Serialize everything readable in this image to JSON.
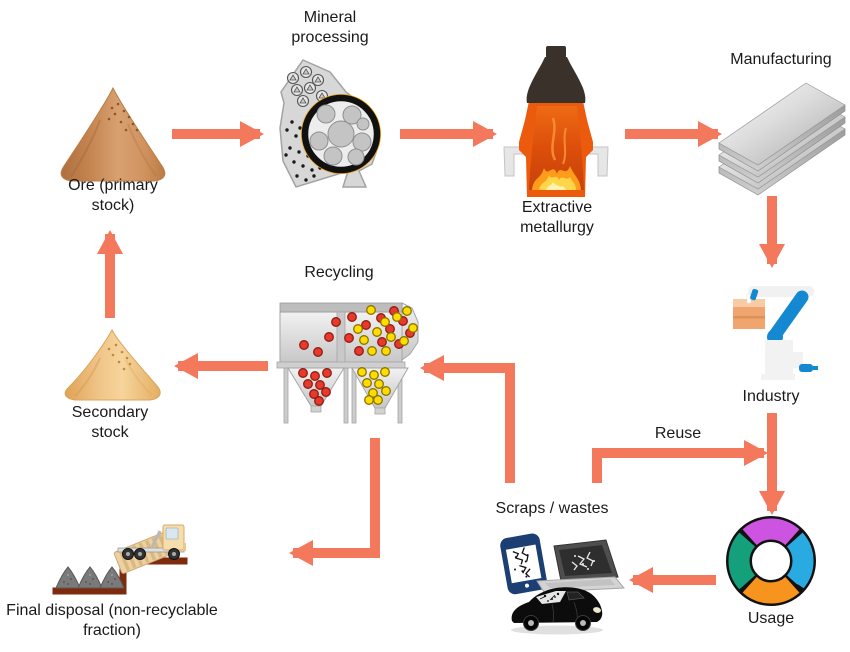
{
  "nodes": {
    "ore": {
      "label": "Ore (primary stock)"
    },
    "mineral_processing": {
      "label": "Mineral processing"
    },
    "extractive_metallurgy": {
      "label": "Extractive metallurgy"
    },
    "manufacturing": {
      "label": "Manufacturing"
    },
    "industry": {
      "label": "Industry"
    },
    "usage": {
      "label": "Usage"
    },
    "scraps_wastes": {
      "label": "Scraps / wastes"
    },
    "recycling": {
      "label": "Recycling"
    },
    "secondary_stock": {
      "label": "Secondary stock"
    },
    "final_disposal": {
      "label": "Final disposal (non-recyclable fraction)"
    }
  },
  "edges": {
    "reuse_label": "Reuse",
    "flows": [
      {
        "from": "Ore (primary stock)",
        "to": "Mineral processing"
      },
      {
        "from": "Mineral processing",
        "to": "Extractive metallurgy"
      },
      {
        "from": "Extractive metallurgy",
        "to": "Manufacturing"
      },
      {
        "from": "Manufacturing",
        "to": "Industry"
      },
      {
        "from": "Industry",
        "to": "Usage"
      },
      {
        "from": "Usage",
        "to": "Scraps / wastes"
      },
      {
        "from": "Scraps / wastes",
        "to": "Usage",
        "label": "Reuse"
      },
      {
        "from": "Scraps / wastes",
        "to": "Recycling"
      },
      {
        "from": "Recycling",
        "to": "Secondary stock"
      },
      {
        "from": "Secondary stock",
        "to": "Ore (primary stock)"
      },
      {
        "from": "Recycling",
        "to": "Final disposal (non-recyclable fraction)"
      }
    ]
  },
  "colors": {
    "background": "#FFFFFF",
    "text": "#1A1A1A",
    "arrow": "#F4795C",
    "usage_magenta": "#CC54E0",
    "usage_blue": "#29ABE2",
    "usage_orange": "#F7941E",
    "usage_green": "#14A07A",
    "dot_red": "#E8392C",
    "dot_yellow": "#FFDD00",
    "robot_blue": "#1488D0",
    "phone_navy": "#1C3F73",
    "platform_brown": "#7E2A0C"
  }
}
